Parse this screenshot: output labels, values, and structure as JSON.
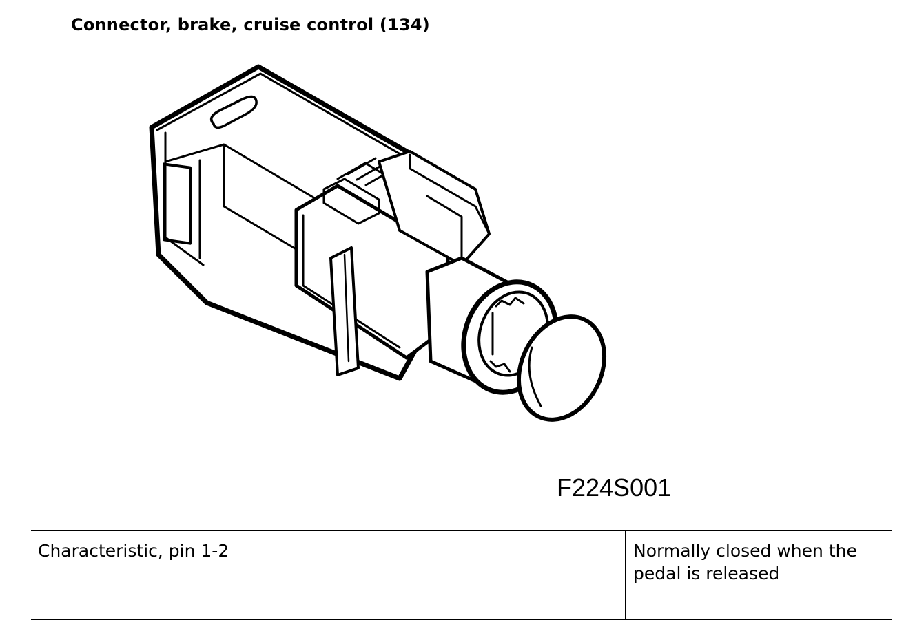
{
  "heading": "Connector, brake, cruise control (134)",
  "figure_code": "F224S001",
  "table": {
    "rows": [
      {
        "characteristic": "Characteristic, pin 1-2",
        "value": "Normally closed when the pedal is released"
      }
    ]
  }
}
